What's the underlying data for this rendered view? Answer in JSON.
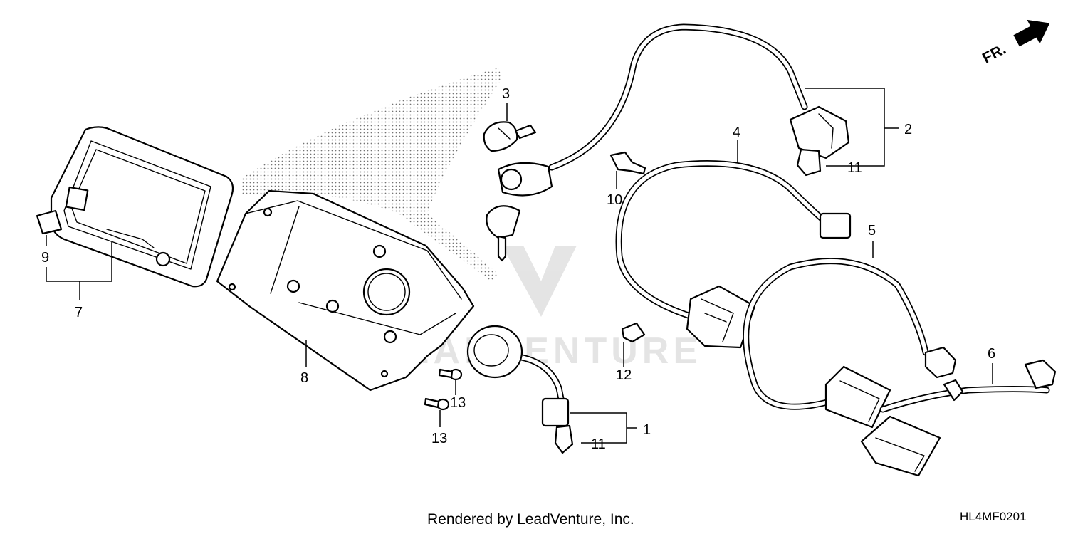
{
  "diagram": {
    "callouts": [
      {
        "id": "1",
        "label": "1"
      },
      {
        "id": "2",
        "label": "2"
      },
      {
        "id": "3",
        "label": "3"
      },
      {
        "id": "4",
        "label": "4"
      },
      {
        "id": "5",
        "label": "5"
      },
      {
        "id": "6",
        "label": "6"
      },
      {
        "id": "7",
        "label": "7"
      },
      {
        "id": "8",
        "label": "8"
      },
      {
        "id": "9",
        "label": "9"
      },
      {
        "id": "10",
        "label": "10"
      },
      {
        "id": "11a",
        "label": "11"
      },
      {
        "id": "11b",
        "label": "11"
      },
      {
        "id": "12",
        "label": "12"
      },
      {
        "id": "13a",
        "label": "13"
      },
      {
        "id": "13b",
        "label": "13"
      }
    ],
    "direction_label": "FR.",
    "watermark_text": "LEADVENTURE",
    "credit": "Rendered by LeadVenture, Inc.",
    "diagram_code": "HL4MF0201"
  }
}
